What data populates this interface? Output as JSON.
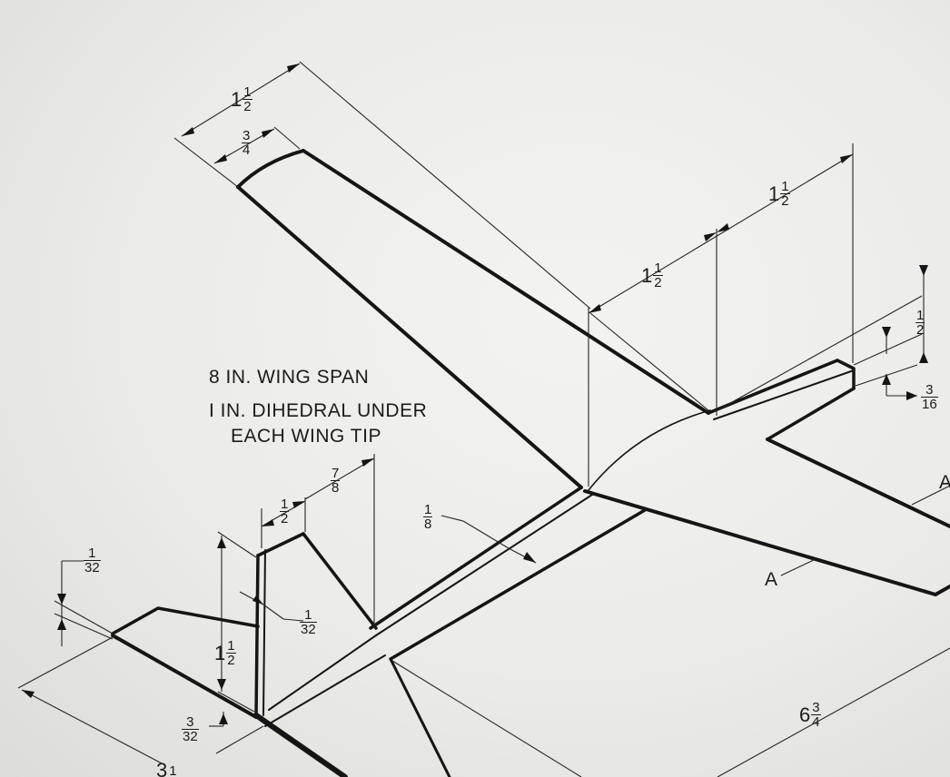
{
  "notes": {
    "wing_span": "8 IN. WING SPAN",
    "dihedral_line1": "I IN. DIHEDRAL UNDER",
    "dihedral_line2": "EACH WING TIP"
  },
  "section_labels": {
    "a_lower": "A",
    "a_right": "A"
  },
  "dimensions": {
    "wing_tip_outer": {
      "whole": "1",
      "num": "1",
      "den": "2"
    },
    "wing_tip_chord": {
      "whole": "",
      "num": "3",
      "den": "4"
    },
    "stab_upper": {
      "whole": "1",
      "num": "1",
      "den": "2"
    },
    "stab_lower": {
      "whole": "1",
      "num": "1",
      "den": "2"
    },
    "tail_height_right": {
      "whole": "",
      "num": "1",
      "den": "2"
    },
    "tail_thickness_right": {
      "whole": "",
      "num": "3",
      "den": "16"
    },
    "fin_top_width": {
      "whole": "",
      "num": "1",
      "den": "2"
    },
    "fin_top_offset": {
      "whole": "",
      "num": "7",
      "den": "8"
    },
    "fuselage_width": {
      "whole": "",
      "num": "1",
      "den": "8"
    },
    "fin_thickness": {
      "whole": "",
      "num": "1",
      "den": "32"
    },
    "fin_height": {
      "whole": "1",
      "num": "1",
      "den": "2"
    },
    "stab_thickness_left": {
      "whole": "",
      "num": "1",
      "den": "32"
    },
    "fuselage_depth": {
      "whole": "",
      "num": "3",
      "den": "32"
    },
    "length_right": {
      "whole": "6",
      "num": "3",
      "den": "4"
    },
    "length_left": {
      "whole": "3",
      "num": "1",
      "den": ""
    }
  }
}
